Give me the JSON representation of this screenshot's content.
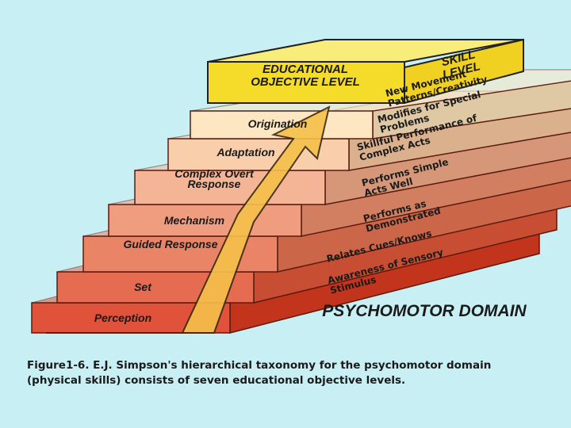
{
  "header": {
    "objective_level": "EDUCATIONAL OBJECTIVE LEVEL",
    "skill_level": "SKILL LEVEL"
  },
  "levels": [
    {
      "name": "Perception",
      "skill": "Awareness of Sensory Stimulus"
    },
    {
      "name": "Set",
      "skill": "Relates Cues/Knows"
    },
    {
      "name": "Guided Response",
      "skill": "Performs as Demonstrated"
    },
    {
      "name": "Mechanism",
      "skill": "Performs Simple Acts Well"
    },
    {
      "name": "Complex Overt Response",
      "skill": "Skillful Performance of Complex Acts"
    },
    {
      "name": "Adaptation",
      "skill": "Modifies for Special Problems"
    },
    {
      "name": "Origination",
      "skill": "New Movement Patterns/Creativity"
    }
  ],
  "domain_title": "PSYCHOMOTOR DOMAIN",
  "caption": "Figure1-6. E.J. Simpson's hierarchical taxonomy for the psychomotor domain (physical skills) consists of seven educational objective levels.",
  "colors": {
    "background": "#c8f0f4",
    "step_bottom": "#e0523a",
    "step_top": "#fde7c2",
    "arrow": "#f6c04a",
    "top_block": "#f5dc2a"
  }
}
